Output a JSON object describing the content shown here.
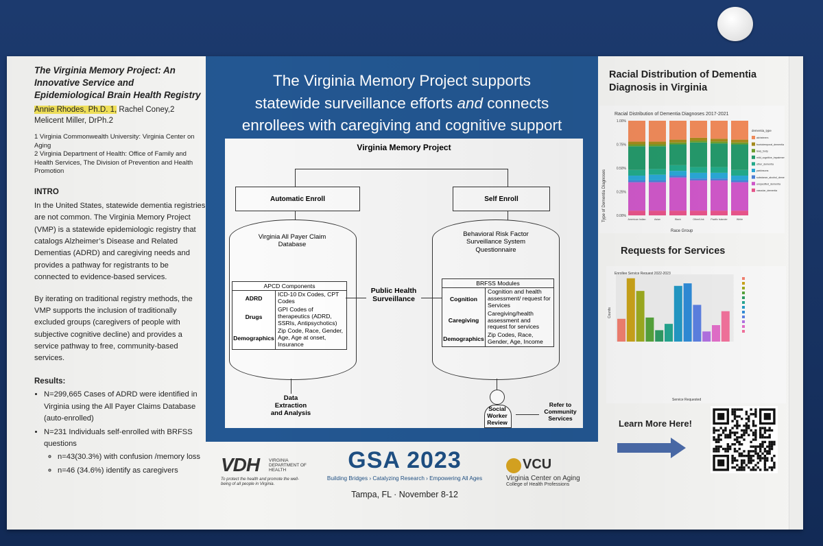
{
  "poster": {
    "title": "The Virginia Memory Project: An Innovative Service and Epidemiological Brain Health Registry",
    "author_highlight": "Annie Rhodes, Ph.D. 1,",
    "authors_rest": " Rachel Coney,2 Melicent Miller, DrPh.2",
    "affil1": "1 Virginia Commonwealth University: Virginia Center on Aging",
    "affil2": "2 Virginia Department of Health: Office of Family and Health Services, The Division of Prevention and Health Promotion",
    "intro_heading": "INTRO",
    "intro_p1": "In the United States, statewide dementia registries are not common. The Virginia Memory Project (VMP) is a statewide epidemiologic registry that catalogs Alzheimer’s Disease and Related Dementias (ADRD) and caregiving needs and provides a pathway for registrants to be connected to evidence-based services.",
    "intro_p2": "By iterating on traditional registry methods, the VMP supports the inclusion of traditionally excluded groups (caregivers of people with subjective cognitive decline) and provides a service pathway to free, community-based services.",
    "results_heading": "Results:",
    "results": [
      "N=299,665 Cases of ADRD were identified in Virginia using the All Payer Claims Database (auto-enrolled)",
      "N=231 Individuals self-enrolled with BRFSS questions"
    ],
    "results_sub": [
      "n=43(30.3%) with confusion /memory loss",
      "n=46 (34.6%) identify as caregivers"
    ]
  },
  "center": {
    "headline_1": "The Virginia Memory Project supports",
    "headline_2a": "statewide surveillance efforts ",
    "headline_2b": "and",
    "headline_2c": " connects",
    "headline_3": "enrollees with caregiving and cognitive support"
  },
  "diagram": {
    "title": "Virginia Memory Project",
    "auto_enroll": "Automatic  Enroll",
    "self_enroll": "Self Enroll",
    "apcd_db": "Virginia  All Payer Claim Database",
    "brfss_db": "Behavioral Risk Factor Surveillance System Questionnaire",
    "apcd_table_title": "APCD Components",
    "apcd_rows": [
      {
        "k": "ADRD",
        "v": "ICD-10 Dx Codes, CPT Codes"
      },
      {
        "k": "Drugs",
        "v": "GPI Codes of therapeutics (ADRD, SSRIs, Antipsychotics)"
      },
      {
        "k": "Demographics",
        "v": "Zip Code, Race, Gender, Age, Age at onset, Insurance"
      }
    ],
    "brfss_table_title": "BRFSS Modules",
    "brfss_rows": [
      {
        "k": "Cognition",
        "v": "Cognition and health assessment/ request for Services"
      },
      {
        "k": "Caregiving",
        "v": "Caregiving/health assessment and request for services"
      },
      {
        "k": "Demographics",
        "v": "Zip Codes, Race, Gender, Age, Income"
      }
    ],
    "public_health": "Public Health Surveillance",
    "data_extraction": "Data Extraction and Analysis",
    "social_worker": "Social Worker Review",
    "refer": "Refer to Community Services"
  },
  "logos": {
    "vdh": "VDH",
    "vdh_dept": "VIRGINIA DEPARTMENT OF HEALTH",
    "vdh_tag": "To protect the health and promote the well-being of all people in Virginia.",
    "gsa": "GSA 2023",
    "gsa_tagline": "Building Bridges › Catalyzing Research › Empowering All Ages",
    "gsa_location": "Tampa, FL  ·  November 8-12",
    "vcu": "VCU",
    "vcu_center": "Virginia Center on Aging",
    "vcu_college": "College of Health Professions"
  },
  "right": {
    "chart1_heading": "Racial Distribution of Dementia Diagnosis in Virginia",
    "chart2_heading": "Requests for Services",
    "learn_more": "Learn More Here!"
  },
  "chart_data": [
    {
      "type": "bar",
      "stacked": true,
      "title": "Racial Distribution of Dementia Diagnoses 2017-2021",
      "xlabel": "Race Group",
      "ylabel": "Type of Dementia Diagnoses",
      "categories": [
        "American Indian",
        "Asian",
        "Black",
        "Other/Unk",
        "Pacific Islander",
        "White"
      ],
      "yticks": [
        "0.00%",
        "0.25%",
        "0.50%",
        "0.75%",
        "1.00%"
      ],
      "legend_title": "dementia_type",
      "series": [
        {
          "name": "vascular_dementia",
          "color": "#e7548a",
          "values": [
            0.05,
            0.05,
            0.05,
            0.05,
            0.05,
            0.05
          ]
        },
        {
          "name": "unspecified_dementia",
          "color": "#cf58c9",
          "values": [
            0.3,
            0.3,
            0.35,
            0.32,
            0.32,
            0.3
          ]
        },
        {
          "name": "substance_alcohol_dementia",
          "color": "#4a7fd6",
          "values": [
            0.02,
            0.02,
            0.02,
            0.02,
            0.02,
            0.02
          ]
        },
        {
          "name": "parkinsons",
          "color": "#2aa7d6",
          "values": [
            0.05,
            0.06,
            0.05,
            0.06,
            0.06,
            0.05
          ]
        },
        {
          "name": "other_dementia",
          "color": "#22aa8a",
          "values": [
            0.06,
            0.06,
            0.06,
            0.06,
            0.06,
            0.06
          ]
        },
        {
          "name": "mild_cognitive_impairment",
          "color": "#25996b",
          "values": [
            0.25,
            0.24,
            0.22,
            0.26,
            0.25,
            0.27
          ]
        },
        {
          "name": "lewy_body",
          "color": "#6f9e2e",
          "values": [
            0.02,
            0.02,
            0.02,
            0.02,
            0.02,
            0.02
          ]
        },
        {
          "name": "frontotemporal_dementia",
          "color": "#a58a1c",
          "values": [
            0.03,
            0.03,
            0.03,
            0.03,
            0.03,
            0.03
          ]
        },
        {
          "name": "alzheimers",
          "color": "#f08a5a",
          "values": [
            0.22,
            0.22,
            0.2,
            0.18,
            0.19,
            0.2
          ]
        }
      ]
    },
    {
      "type": "bar",
      "title": "Enrollee Service Request 2022-2023",
      "xlabel": "Service Requested",
      "ylabel": "Counts",
      "series": [
        {
          "name": "bar",
          "values": [
            18,
            50,
            40,
            19,
            9,
            14,
            44,
            46,
            29,
            8,
            13,
            24
          ]
        }
      ],
      "colors": [
        "#f07f6f",
        "#c9a21a",
        "#9caa20",
        "#55a23b",
        "#2e9a63",
        "#25a58f",
        "#2398c4",
        "#2f8bd6",
        "#5c7fe0",
        "#b070e0",
        "#e06dc8",
        "#f0709a"
      ]
    }
  ]
}
